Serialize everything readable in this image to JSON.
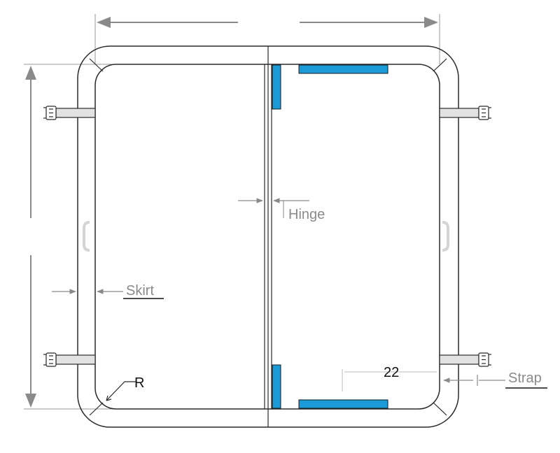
{
  "labels": {
    "hinge": "Hinge",
    "skirt": "Skirt",
    "radius": "R",
    "dimension": "22",
    "strap": "Strap"
  },
  "colors": {
    "outline": "#2a2a2a",
    "dimension_line": "#8a8a8a",
    "blue_panel": "#1a9ad6",
    "strap_fill": "#e2e2e2",
    "handle": "#d8d8d8"
  }
}
